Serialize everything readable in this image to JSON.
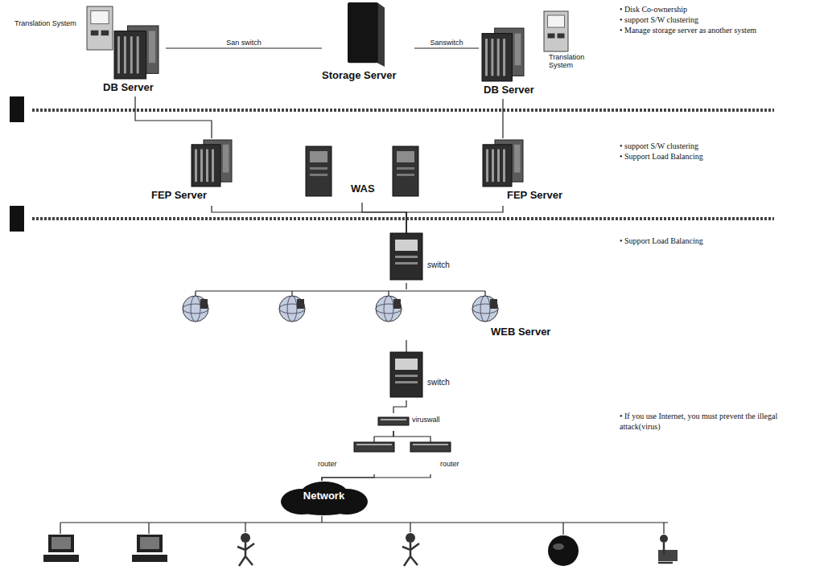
{
  "diagram": {
    "nodes": [
      {
        "text": [
          "Translation System"
        ]
      },
      {
        "text": [
          "DB Server"
        ]
      },
      {
        "text": [
          "Storage Server"
        ]
      },
      {
        "text": [
          "DB Server"
        ]
      },
      {
        "text": [
          "Translation System"
        ]
      },
      {
        "text": [
          "FEP Server"
        ]
      },
      {
        "text": [
          "WAS"
        ]
      },
      {
        "text": [
          "FEP Server"
        ]
      },
      {
        "text": [
          "switch"
        ]
      },
      {
        "text": [
          "WEB Server"
        ]
      },
      {
        "text": [
          "switch"
        ]
      },
      {
        "text": [
          "viruswall"
        ]
      },
      {
        "text": [
          "router"
        ]
      },
      {
        "text": [
          "router"
        ]
      },
      {
        "text": [
          "Network"
        ]
      }
    ],
    "edges": [
      {
        "from": 1,
        "to": 2,
        "label": "San switch",
        "arrow": "none"
      },
      {
        "from": 2,
        "to": 3,
        "label": "Sanswitch",
        "arrow": "none"
      },
      {
        "from": 1,
        "to": 5,
        "arrow": "none"
      },
      {
        "from": 3,
        "to": 7,
        "arrow": "none"
      },
      {
        "from": 5,
        "to": 8,
        "arrow": "none"
      },
      {
        "from": 6,
        "to": 8,
        "arrow": "none"
      },
      {
        "from": 7,
        "to": 8,
        "arrow": "none"
      },
      {
        "from": 8,
        "to": 9,
        "arrow": "none"
      },
      {
        "from": 9,
        "to": 10,
        "arrow": "none"
      },
      {
        "from": 10,
        "to": 11,
        "arrow": "none"
      },
      {
        "from": 11,
        "to": 12,
        "arrow": "none"
      },
      {
        "from": 11,
        "to": 13,
        "arrow": "none"
      },
      {
        "from": 12,
        "to": 14,
        "arrow": "none"
      },
      {
        "from": 13,
        "to": 14,
        "arrow": "none"
      }
    ],
    "labels": [
      "• Disk Co-ownership",
      "• support S/W clustering",
      "• Manage storage server as another system",
      "• support S/W clustering",
      "• Support Load Balancing",
      "• Support Load Balancing",
      "• If you use Internet, you must prevent the illegal attack(virus)"
    ]
  }
}
